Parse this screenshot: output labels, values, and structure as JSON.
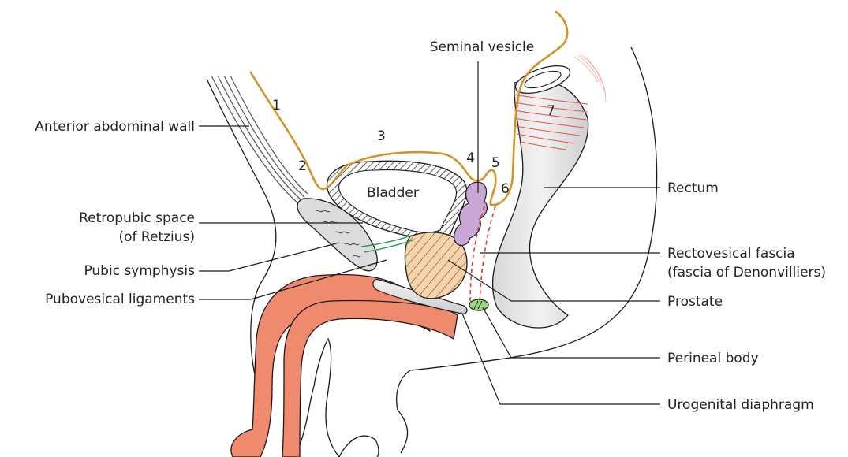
{
  "labels": {
    "anterior_abdominal_wall": "Anterior abdominal wall",
    "seminal_vesicle": "Seminal vesicle",
    "bladder": "Bladder",
    "rectum": "Rectum",
    "retropubic_space_1": "Retropubic space",
    "retropubic_space_2": "(of Retzius)",
    "pubic_symphysis": "Pubic symphysis",
    "pubovesical_ligaments": "Pubovesical ligaments",
    "rectovesical_fascia_1": "Rectovesical fascia",
    "rectovesical_fascia_2": "(fascia of Denonvilliers)",
    "prostate": "Prostate",
    "perineal_body": "Perineal body",
    "urogenital_diaphragm": "Urogenital diaphragm"
  },
  "numbers": [
    "1",
    "2",
    "3",
    "4",
    "5",
    "6",
    "7"
  ],
  "colors": {
    "peritoneum": "#d4932a",
    "penis": "#f08a6e",
    "prostate": "#f8d3a8",
    "seminal_vesicle": "#c8a6d6",
    "pubovesical": "#2e9a5a",
    "rectovesical_fascia": "#e03a3a",
    "perineal_body": "#9bd87a"
  }
}
